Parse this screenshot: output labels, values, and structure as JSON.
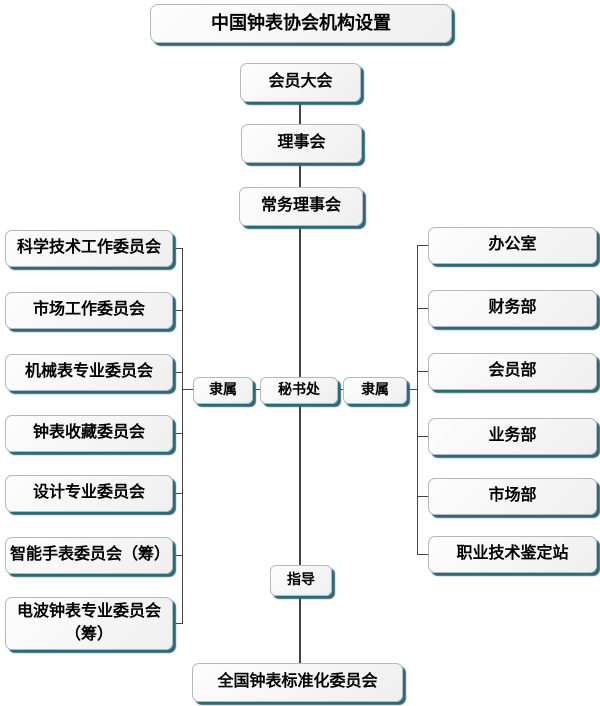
{
  "title": "中国钟表协会机构设置",
  "top_chain": {
    "member_congress": "会员大会",
    "council": "理事会",
    "standing_council": "常务理事会"
  },
  "secretariat": {
    "label": "秘书处",
    "left_relation_label": "隶属",
    "right_relation_label": "隶属"
  },
  "left_column": {
    "items": [
      {
        "label": "科学技术工作委员会"
      },
      {
        "label": "市场工作委员会"
      },
      {
        "label": "机械表专业委员会"
      },
      {
        "label": "钟表收藏委员会"
      },
      {
        "label": "设计专业委员会"
      },
      {
        "label": "智能手表委员会（筹）"
      },
      {
        "label": "电波钟表专业委员会（筹）"
      }
    ]
  },
  "right_column": {
    "items": [
      {
        "label": "办公室"
      },
      {
        "label": "财务部"
      },
      {
        "label": "会员部"
      },
      {
        "label": "业务部"
      },
      {
        "label": "市场部"
      },
      {
        "label": "职业技术鉴定站"
      }
    ]
  },
  "guidance_label": "指导",
  "bottom_node_label": "全国钟表标准化委员会",
  "colors": {
    "node_shadow": "#2d6a76",
    "connector": "#454545",
    "node_fill": "#f2f2f2",
    "node_border": "#b3babc"
  }
}
